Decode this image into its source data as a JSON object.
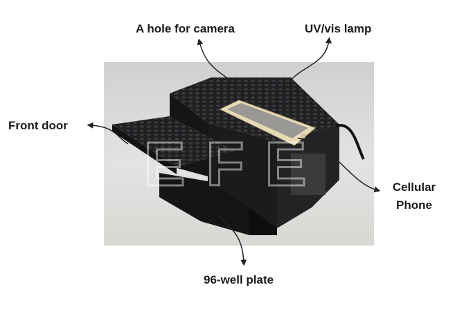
{
  "labels": {
    "camera": "A hole for camera",
    "lamp": "UV/vis lamp",
    "door": "Front door",
    "phone_line1": "Cellular",
    "phone_line2": "Phone",
    "plate": "96-well plate"
  },
  "watermark": "EFE",
  "colors": {
    "photo_background": "#dcdcdc",
    "lego": "#1c1c1e",
    "phone_body": "#e8d9b5",
    "phone_screen": "#9a9894",
    "arrow": "#222222"
  }
}
